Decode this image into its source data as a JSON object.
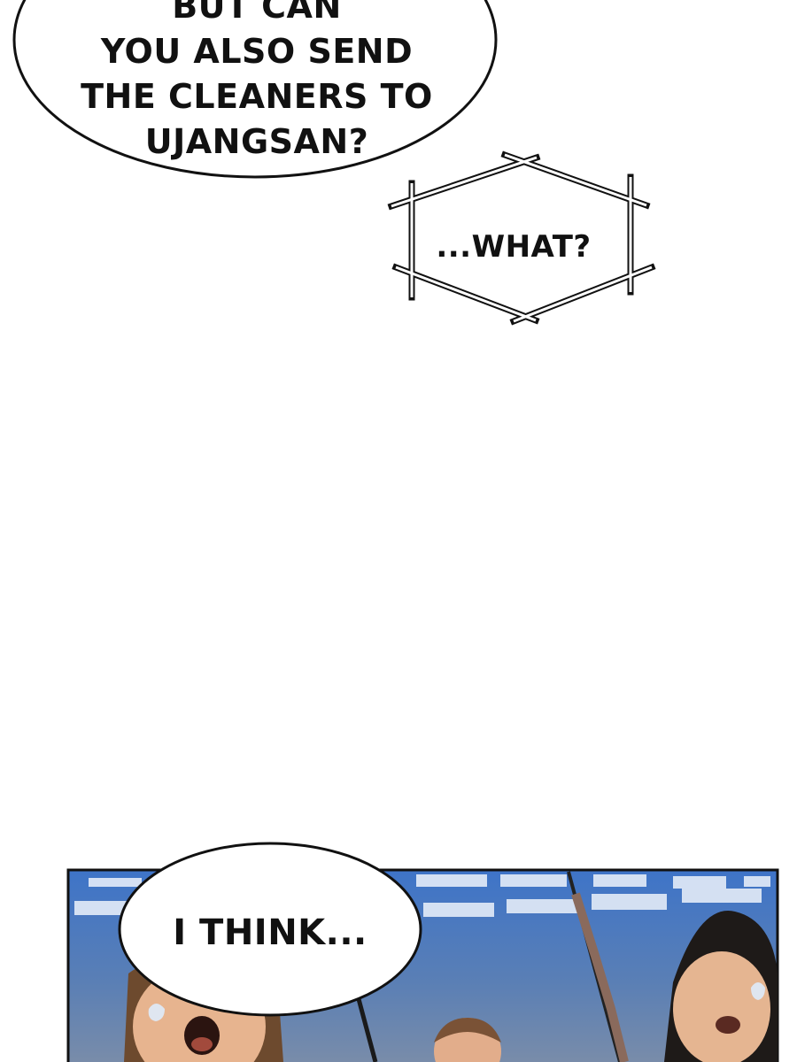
{
  "page": {
    "bubbles": [
      {
        "lines": [
          "BUT CAN",
          "YOU ALSO SEND",
          "THE CLEANERS TO",
          "UJANGSAN?"
        ]
      },
      {
        "text": "...WHAT?"
      },
      {
        "text": "I THINK..."
      }
    ]
  }
}
